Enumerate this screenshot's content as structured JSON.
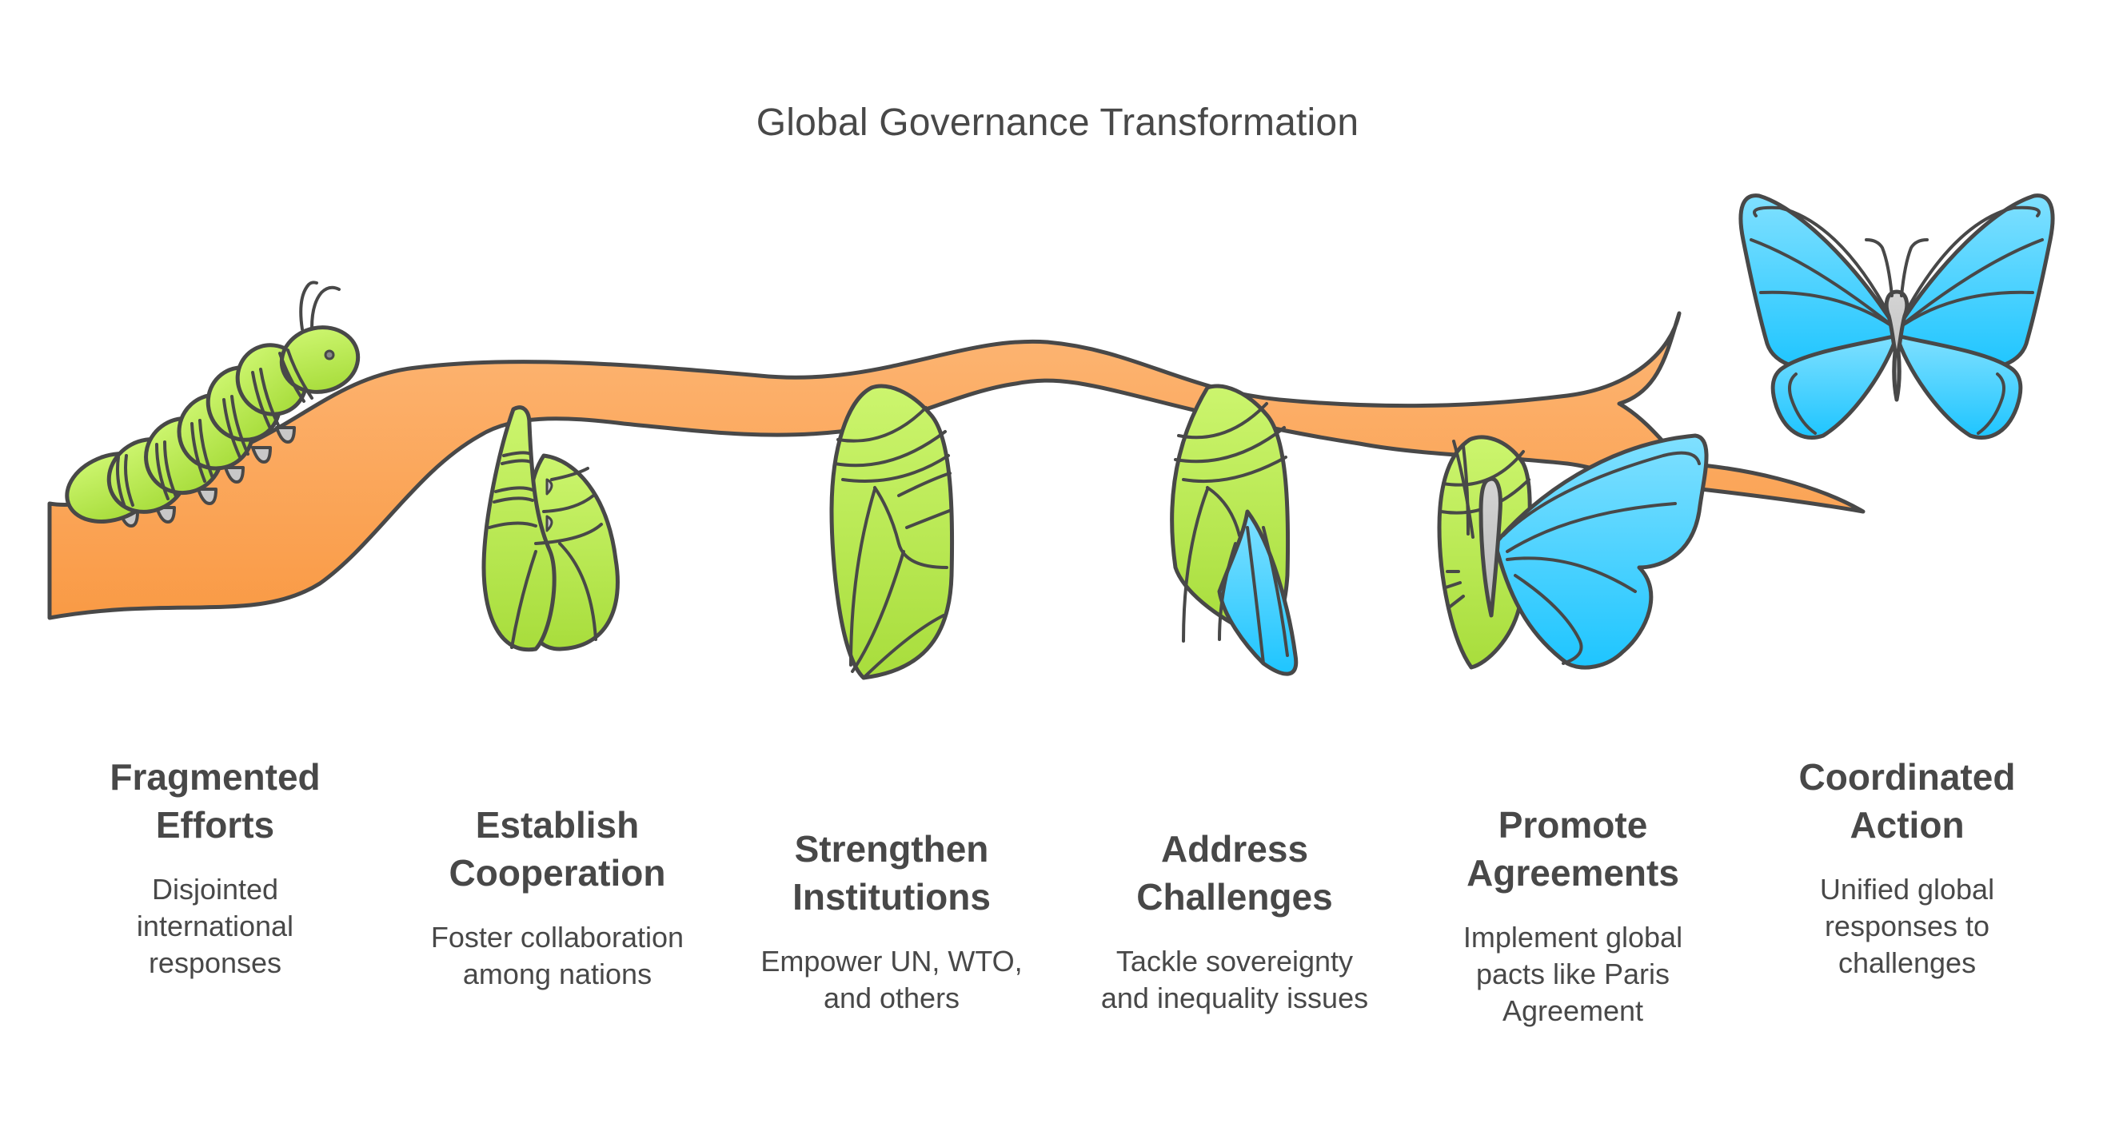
{
  "diagram": {
    "title": "Global Governance Transformation",
    "colors": {
      "outline": "#484848",
      "text": "#484848",
      "branch_top": "#FDB675",
      "branch_bottom": "#F99A45",
      "green_top": "#CCF56E",
      "green_bottom": "#A8DD3C",
      "blue_top": "#80E0FF",
      "blue_bottom": "#1EC5FF",
      "gray": "#C8C8C8"
    },
    "stages": [
      {
        "icon": "caterpillar-icon",
        "title_line1": "Fragmented",
        "title_line2": "Efforts",
        "desc": [
          "Disjointed",
          "international",
          "responses"
        ]
      },
      {
        "icon": "curled-pupa-icon",
        "title_line1": "Establish",
        "title_line2": "Cooperation",
        "desc": [
          "Foster collaboration",
          "among nations"
        ]
      },
      {
        "icon": "chrysalis-icon",
        "title_line1": "Strengthen",
        "title_line2": "Institutions",
        "desc": [
          "Empower UN, WTO,",
          "and others"
        ]
      },
      {
        "icon": "chrysalis-wing-showing-icon",
        "title_line1": "Address",
        "title_line2": "Challenges",
        "desc": [
          "Tackle sovereignty",
          "and inequality issues"
        ]
      },
      {
        "icon": "emerging-butterfly-icon",
        "title_line1": "Promote",
        "title_line2": "Agreements",
        "desc": [
          "Implement global",
          "pacts like Paris",
          "Agreement"
        ]
      },
      {
        "icon": "butterfly-icon",
        "title_line1": "Coordinated",
        "title_line2": "Action",
        "desc": [
          "Unified global",
          "responses to",
          "challenges"
        ]
      }
    ]
  }
}
